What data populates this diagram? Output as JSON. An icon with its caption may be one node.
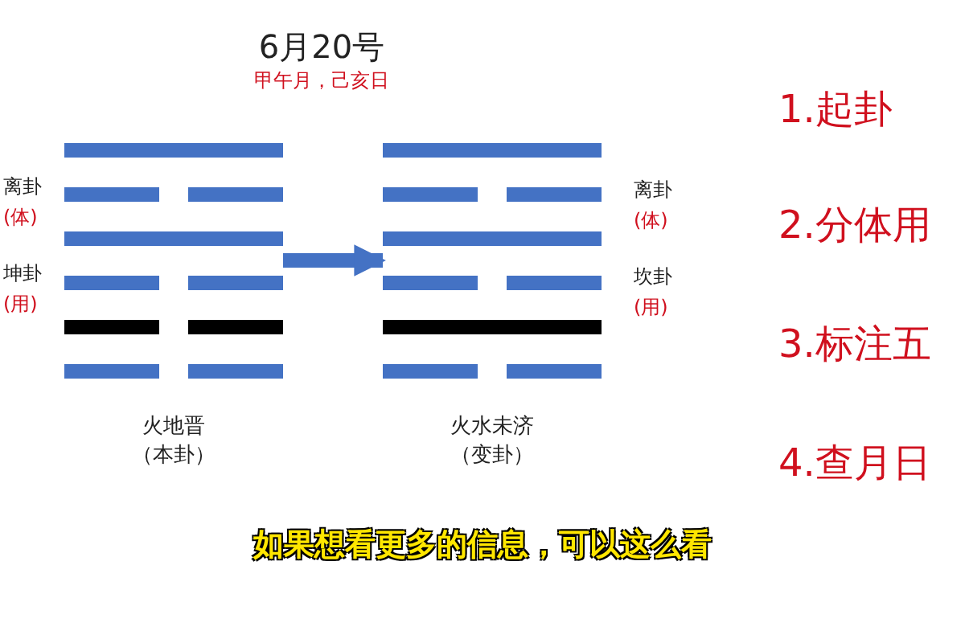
{
  "diagram": {
    "title": "6月20号",
    "nodes": [
      {
        "text": [],
        "shape": "bars",
        "beside": [
          "火地晋",
          "（本卦）"
        ]
      },
      {
        "text": [],
        "shape": "bars",
        "beside": [
          "火水未济",
          "（变卦）"
        ]
      }
    ],
    "edges": [
      {
        "from": 0,
        "to": 1,
        "arrow": "to"
      }
    ],
    "labels": [
      "甲午月，己亥日",
      "离卦",
      "(体)",
      "坤卦",
      "(用)",
      "离卦",
      "(体)",
      "坎卦",
      "(用)",
      "1.起卦",
      "2.分体用",
      "3.标注五",
      "4.查月日",
      "如果想看更多的信息，可以这么看"
    ]
  }
}
